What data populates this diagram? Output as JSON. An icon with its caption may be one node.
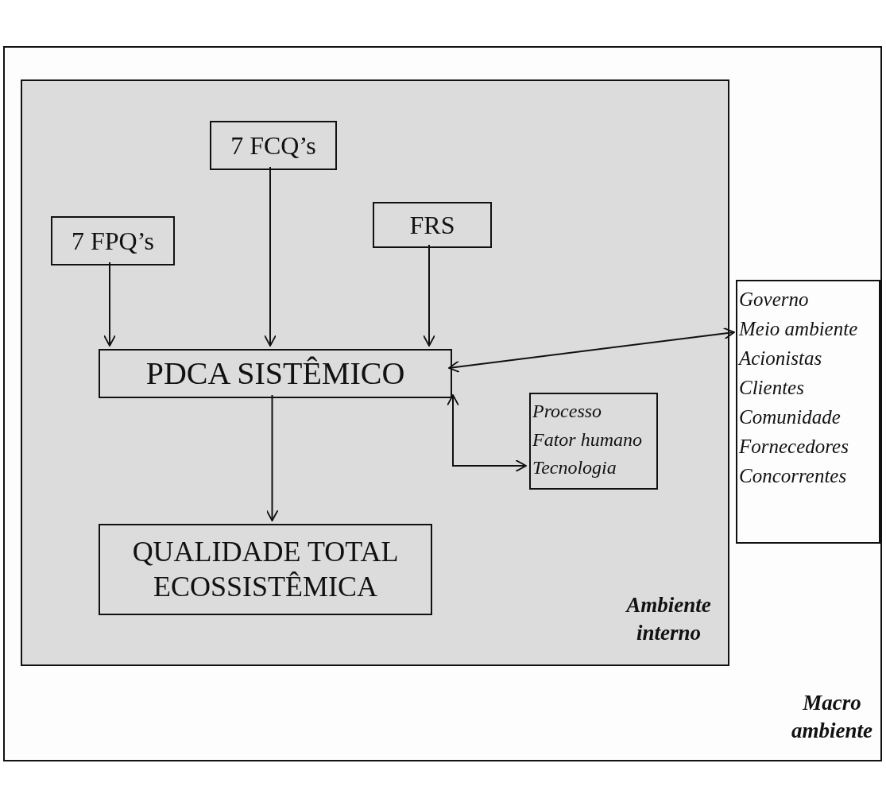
{
  "diagram": {
    "nodes": [
      {
        "text": [
          "Macro ambiente"
        ]
      },
      {
        "text": [
          "Ambiente interno"
        ],
        "in": 0
      },
      {
        "text": [
          "7 FCQ’s"
        ],
        "in": 1
      },
      {
        "text": [
          "7 FPQ’s"
        ],
        "in": 1
      },
      {
        "text": [
          "FRS"
        ],
        "in": 1
      },
      {
        "text": [
          "PDCA SISTÊMICO"
        ],
        "in": 1
      },
      {
        "text": [
          "QUALIDADE TOTAL ECOSSISTÊMICA"
        ],
        "in": 1
      },
      {
        "text": [
          "Processo",
          "Fator humano",
          "Tecnologia"
        ],
        "in": 1
      },
      {
        "text": [
          "Governo",
          "Meio ambiente",
          "Acionistas",
          "Clientes",
          "Comunidade",
          "Fornecedores",
          "Concorrentes"
        ],
        "in": 0
      }
    ],
    "edges": [
      {
        "from": 3,
        "to": 5,
        "arrow": "to"
      },
      {
        "from": 2,
        "to": 5,
        "arrow": "to"
      },
      {
        "from": 4,
        "to": 5,
        "arrow": "to"
      },
      {
        "from": 5,
        "to": 6,
        "arrow": "to"
      },
      {
        "from": 5,
        "to": 8,
        "arrow": "both"
      },
      {
        "from": 5,
        "to": 7,
        "arrow": "both"
      }
    ]
  }
}
